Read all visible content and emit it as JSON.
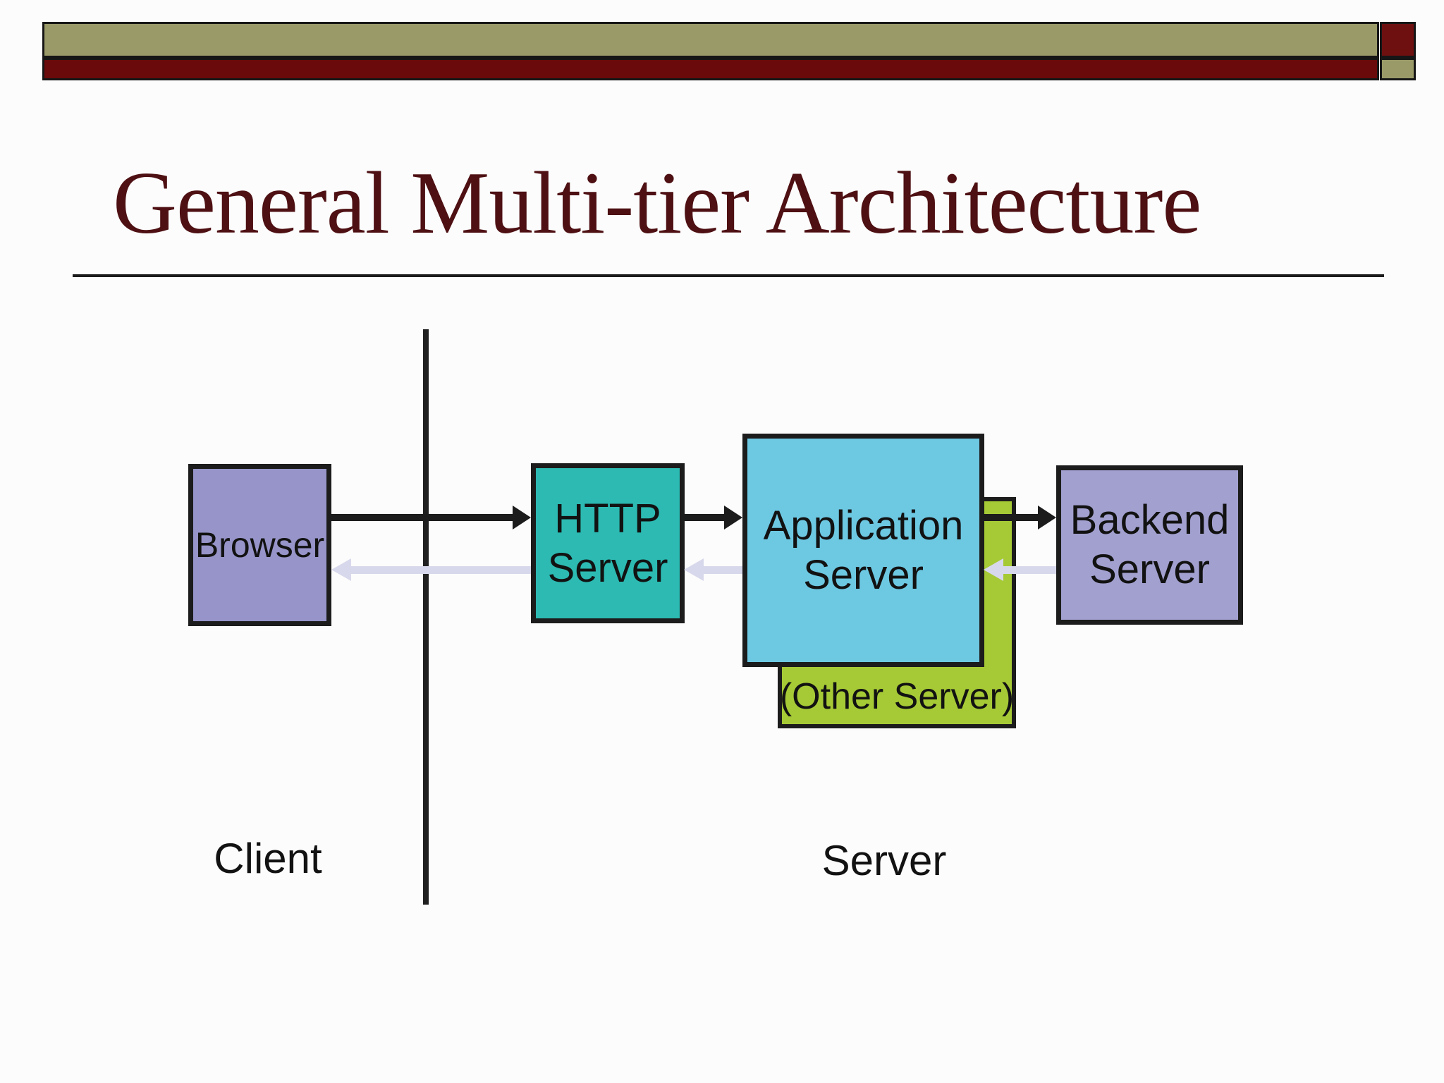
{
  "slide": {
    "title": "General Multi-tier Architecture",
    "background": "#fcfcfc"
  },
  "decor": {
    "olive_bar_color": "#9a9a69",
    "maroon_bar_color": "#6b0a0a",
    "corner_red_block_color": "#6e1010",
    "corner_olive_block_color": "#9a9a69",
    "title_color": "#4e1013",
    "rule_color": "#1c1c1c"
  },
  "diagram": {
    "nodes": [
      {
        "id": "browser",
        "label": "Browser",
        "fill": "#9694c8",
        "tier": "client"
      },
      {
        "id": "http-server",
        "label": "HTTP Server",
        "fill": "#2cbab2",
        "tier": "server"
      },
      {
        "id": "application-server",
        "label": "Application Server",
        "fill": "#6dc8e2",
        "tier": "server"
      },
      {
        "id": "other-server",
        "label": "(Other Server)",
        "fill": "#a6ca35",
        "tier": "server"
      },
      {
        "id": "backend-server",
        "label": "Backend Server",
        "fill": "#a2a0cf",
        "tier": "server"
      }
    ],
    "zones": {
      "client_label": "Client",
      "server_label": "Server"
    },
    "arrows": {
      "forward_color": "#1c1c1c",
      "return_color": "#d8d8ec",
      "forward": [
        {
          "from": "browser",
          "to": "http-server"
        },
        {
          "from": "http-server",
          "to": "application-server"
        },
        {
          "from": "application-server",
          "to": "backend-server"
        }
      ],
      "return": [
        {
          "from": "backend-server",
          "to": "application-server"
        },
        {
          "from": "application-server",
          "to": "http-server"
        },
        {
          "from": "http-server",
          "to": "browser"
        }
      ]
    },
    "divider_color": "#202020"
  }
}
